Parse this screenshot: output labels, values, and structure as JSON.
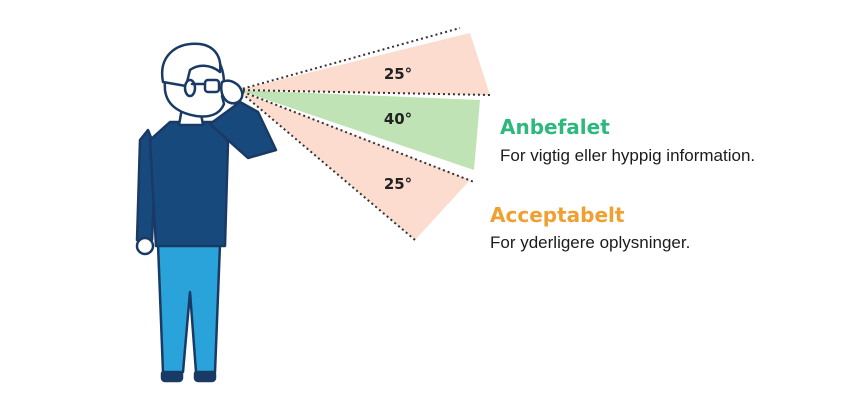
{
  "zones": {
    "upper": {
      "angle": "25°",
      "color": "#fbdccf"
    },
    "center": {
      "angle": "40°",
      "color": "#bfe3b4"
    },
    "lower": {
      "angle": "25°",
      "color": "#fbdccf"
    }
  },
  "legend": {
    "recommended": {
      "title": "Anbefalet",
      "description": "For vigtig eller hyppig information.",
      "color": "#2db87d"
    },
    "acceptable": {
      "title": "Acceptabelt",
      "description": "For yderligere oplysninger.",
      "color": "#f0a030"
    }
  },
  "figure": {
    "outline": "#1a3a66",
    "shirt": "#17497d",
    "pants": "#2aa3da",
    "skin": "#ffffff",
    "sightline": "#333333"
  }
}
